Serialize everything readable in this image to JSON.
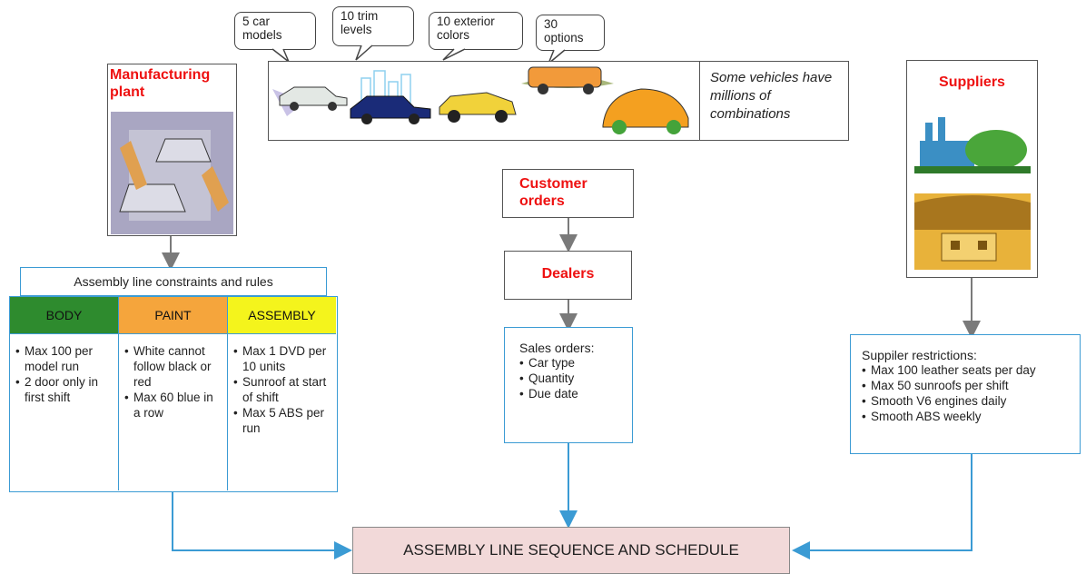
{
  "callouts": {
    "car_models": "5 car\nmodels",
    "trim_levels": "10 trim\nlevels",
    "exterior_colors": "10 exterior\ncolors",
    "options": "30\noptions"
  },
  "combinations_note": "Some vehicles have millions of combinations",
  "manufacturing_plant": {
    "title": "Manufacturing plant"
  },
  "suppliers": {
    "title": "Suppliers"
  },
  "constraints": {
    "title": "Assembly line constraints and rules",
    "columns": [
      {
        "header": "BODY",
        "color": "#2e8b2e",
        "items": [
          "Max 100 per model run",
          "2 door only in first shift"
        ]
      },
      {
        "header": "PAINT",
        "color": "#f5a53c",
        "items": [
          "White cannot follow black or red",
          "Max 60 blue in a row"
        ]
      },
      {
        "header": "ASSEMBLY",
        "color": "#f4f41c",
        "items": [
          "Max 1 DVD per 10 units",
          "Sunroof at start of shift",
          "Max  5 ABS per run"
        ]
      }
    ]
  },
  "customer_orders": "Customer orders",
  "dealers": "Dealers",
  "sales_orders": {
    "title": "Sales orders:",
    "items": [
      "Car type",
      "Quantity",
      "Due date"
    ]
  },
  "supplier_restrictions": {
    "title": "Suppiler restrictions:",
    "items": [
      "Max 100 leather seats per day",
      "Max 50 sunroofs per shift",
      "Smooth V6 engines daily",
      "Smooth ABS weekly"
    ]
  },
  "schedule": "ASSEMBLY LINE SEQUENCE AND SCHEDULE",
  "colors": {
    "arrow_gray": "#7a7a7a",
    "arrow_blue": "#3b9bd4",
    "title_red": "#ee1111",
    "schedule_fill": "#f2d9d9"
  }
}
